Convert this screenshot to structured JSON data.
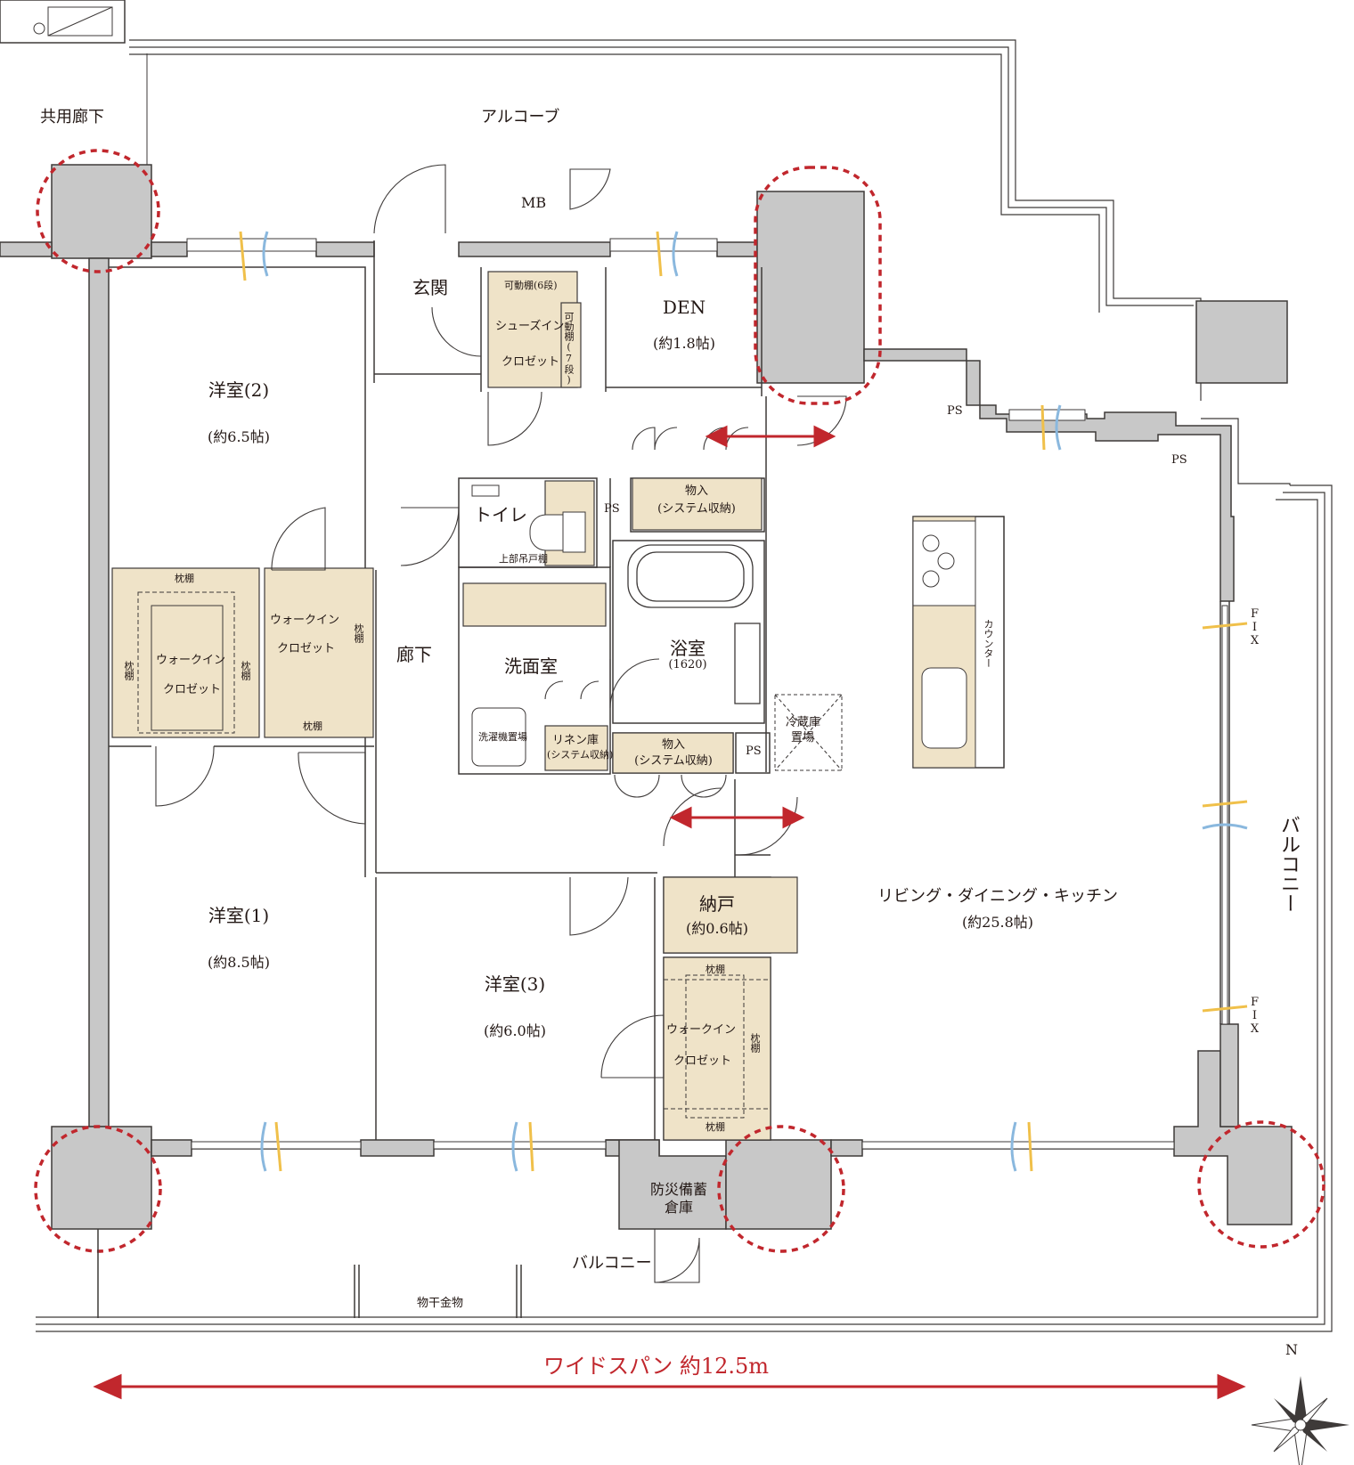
{
  "labels": {
    "common_corridor": "共用廊下",
    "alcove": "アルコーブ",
    "mb": "MB",
    "entrance": "玄関",
    "adjustable_shelf_6": "可動棚(6段)",
    "shoes_in_closet_1": "シューズイン",
    "shoes_in_closet_2": "クロゼット",
    "adjustable_shelf_7": "可動棚(7段)",
    "den": "DEN",
    "den_size": "(約1.8帖)",
    "western_room_2": "洋室(2)",
    "western_room_2_size": "(約6.5帖)",
    "toilet": "トイレ",
    "upper_cabinet": "上部吊戸棚",
    "ps": "PS",
    "storage": "物入",
    "system_storage": "(システム収納)",
    "counter": "カウンター",
    "pillow_shelf": "枕棚",
    "walk_in": "ウォークイン",
    "closet": "クロゼット",
    "corridor": "廊下",
    "washroom": "洗面室",
    "bathroom": "浴室",
    "bathroom_size": "(1620)",
    "washer_space": "洗濯機置場",
    "linen_storage": "リネン庫",
    "linen_system": "(システム収納)",
    "fridge_space_1": "冷蔵庫",
    "fridge_space_2": "置場",
    "balcony_east": "バルコニー",
    "fix": "FIX",
    "ldk": "リビング・ダイニング・キッチン",
    "ldk_size": "(約25.8帖)",
    "western_room_1": "洋室(1)",
    "western_room_1_size": "(約8.5帖)",
    "western_room_3": "洋室(3)",
    "western_room_3_size": "(約6.0帖)",
    "nando": "納戸",
    "nando_size": "(約0.6帖)",
    "disaster_storage_1": "防災備蓄",
    "disaster_storage_2": "倉庫",
    "balcony_south": "バルコニー",
    "drying_hardware": "物干金物",
    "wide_span": "ワイドスパン 約12.5m",
    "north": "N"
  },
  "colors": {
    "wall": "#c8c8c8",
    "wall_stroke": "#3e3a39",
    "closet_fill": "#efe3c8",
    "accent_red": "#c1272d",
    "window_yellow": "#f0c04a",
    "window_blue": "#8ab8de"
  }
}
